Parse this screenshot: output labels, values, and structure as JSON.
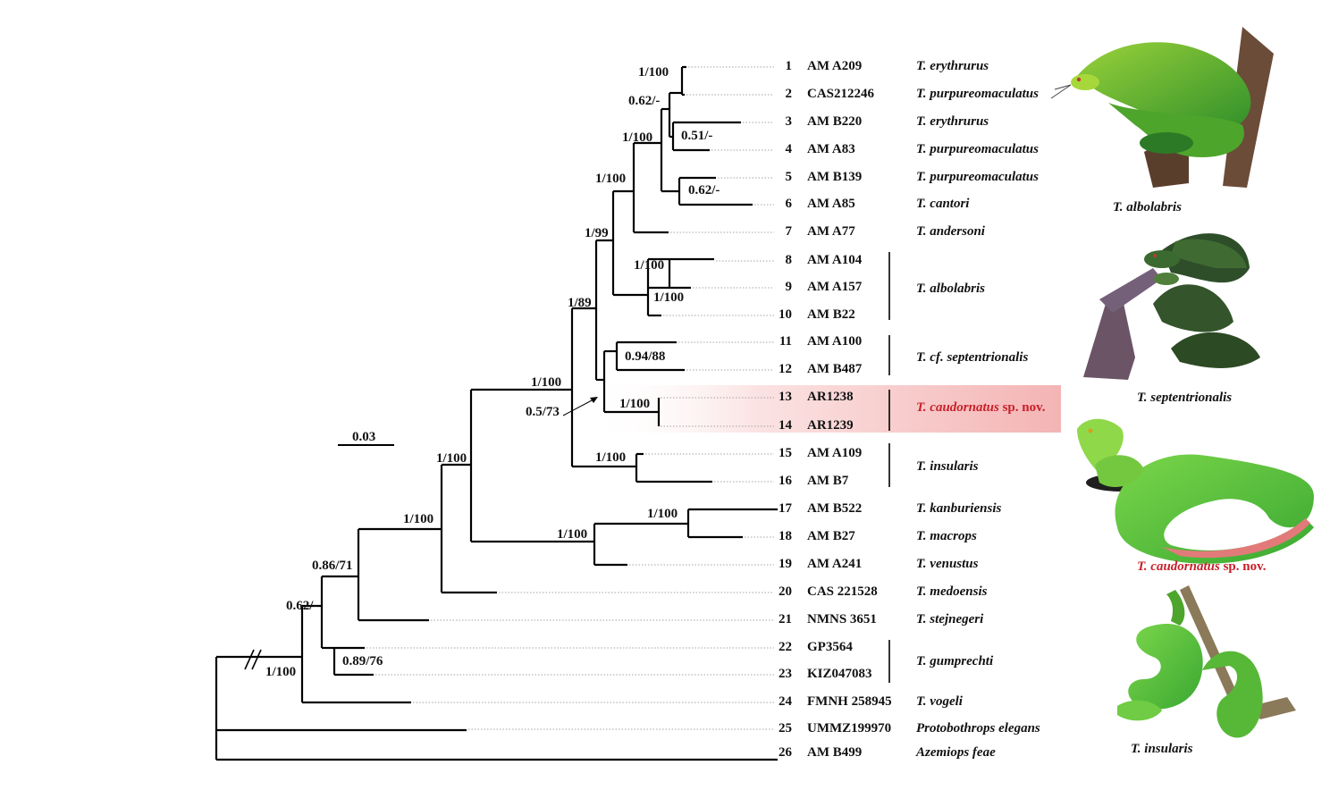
{
  "scale_bar": {
    "label": "0.03"
  },
  "taxa": [
    {
      "num": "1",
      "id": "AM A209",
      "species": "T. erythrurus"
    },
    {
      "num": "2",
      "id": "CAS212246",
      "species": "T. purpureomaculatus"
    },
    {
      "num": "3",
      "id": "AM B220",
      "species": "T. erythrurus"
    },
    {
      "num": "4",
      "id": "AM A83",
      "species": "T. purpureomaculatus"
    },
    {
      "num": "5",
      "id": "AM B139",
      "species": "T. purpureomaculatus"
    },
    {
      "num": "6",
      "id": "AM A85",
      "species": "T. cantori"
    },
    {
      "num": "7",
      "id": "AM A77",
      "species": "T. andersoni"
    },
    {
      "num": "8",
      "id": "AM A104",
      "species": ""
    },
    {
      "num": "9",
      "id": "AM A157",
      "species": ""
    },
    {
      "num": "10",
      "id": "AM B22",
      "species": ""
    },
    {
      "num": "11",
      "id": "AM A100",
      "species": ""
    },
    {
      "num": "12",
      "id": "AM B487",
      "species": ""
    },
    {
      "num": "13",
      "id": "AR1238",
      "species": ""
    },
    {
      "num": "14",
      "id": "AR1239",
      "species": ""
    },
    {
      "num": "15",
      "id": "AM A109",
      "species": ""
    },
    {
      "num": "16",
      "id": "AM B7",
      "species": ""
    },
    {
      "num": "17",
      "id": "AM B522",
      "species": "T. kanburiensis"
    },
    {
      "num": "18",
      "id": "AM B27",
      "species": "T. macrops"
    },
    {
      "num": "19",
      "id": "AM A241",
      "species": "T. venustus"
    },
    {
      "num": "20",
      "id": "CAS 221528",
      "species": "T. medoensis"
    },
    {
      "num": "21",
      "id": "NMNS 3651",
      "species": "T. stejnegeri"
    },
    {
      "num": "22",
      "id": "GP3564",
      "species": ""
    },
    {
      "num": "23",
      "id": "KIZ047083",
      "species": ""
    },
    {
      "num": "24",
      "id": "FMNH 258945",
      "species": "T. vogeli"
    },
    {
      "num": "25",
      "id": "UMMZ199970",
      "species": "Protobothrops elegans"
    },
    {
      "num": "26",
      "id": "AM B499",
      "species": "Azemiops feae"
    }
  ],
  "group_labels": {
    "albolabris": "T. albolabris",
    "septentrionalis": "T. cf. septentrionalis",
    "caudornatus_italic": "T. caudornatus",
    "caudornatus_suffix": " sp. nov.",
    "insularis": "T. insularis",
    "gumprechti": "T. gumprechti"
  },
  "support_values": {
    "n1_2": "1/100",
    "n1_4": "0.62/-",
    "n3_4": "0.51/-",
    "n1_6": "1/100",
    "n5_6": "0.62/-",
    "n1_7": "1/100",
    "n8_10": "1/100",
    "n9_10": "1/100",
    "n1_10": "1/99",
    "n1_16": "1/89",
    "n11_12": "0.94/88",
    "n13_14": "1/100",
    "n11_14": "0.5/73",
    "n15_16": "1/100",
    "n1_19": "1/100",
    "n17_18": "1/100",
    "n17_19": "1/100",
    "n1_20": "1/100",
    "n1_21": "1/100",
    "n1_21_24": "0.86/71",
    "n22_23": "0.89/76",
    "n_inner": "0.62/-",
    "n_root_ing": "1/100"
  },
  "photo_captions": {
    "albolabris_italic": "T. albolabris",
    "septentrionalis_italic": "T. septentrionalis",
    "caudornatus_italic": "T. caudornatus",
    "caudornatus_suffix": " sp. nov.",
    "insularis_italic": "T. insularis"
  },
  "colors": {
    "highlight": "#f7c6c6",
    "red_text": "#c8202a",
    "snake_green": "#5fc23a"
  }
}
